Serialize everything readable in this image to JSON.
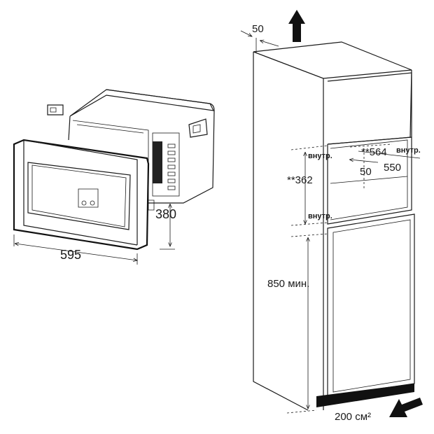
{
  "microwave": {
    "width_label": "595",
    "height_label": "380"
  },
  "cabinet": {
    "top_gap_label": "50",
    "inner_width_label": "**564",
    "inner_width_suffix": "внутр.",
    "depth_label": "550",
    "rear_gap_label": "50",
    "inner_height_label": "**362",
    "inner_top_label": "внутр.",
    "inner_bottom_label": "внутр.",
    "floor_height_label": "850 мин.",
    "vent_label": "200 см²"
  },
  "icons": {
    "airflow_up": "arrow-up-icon",
    "airflow_in": "arrow-diagonal-icon",
    "mounting_bracket": "bracket-icon"
  }
}
